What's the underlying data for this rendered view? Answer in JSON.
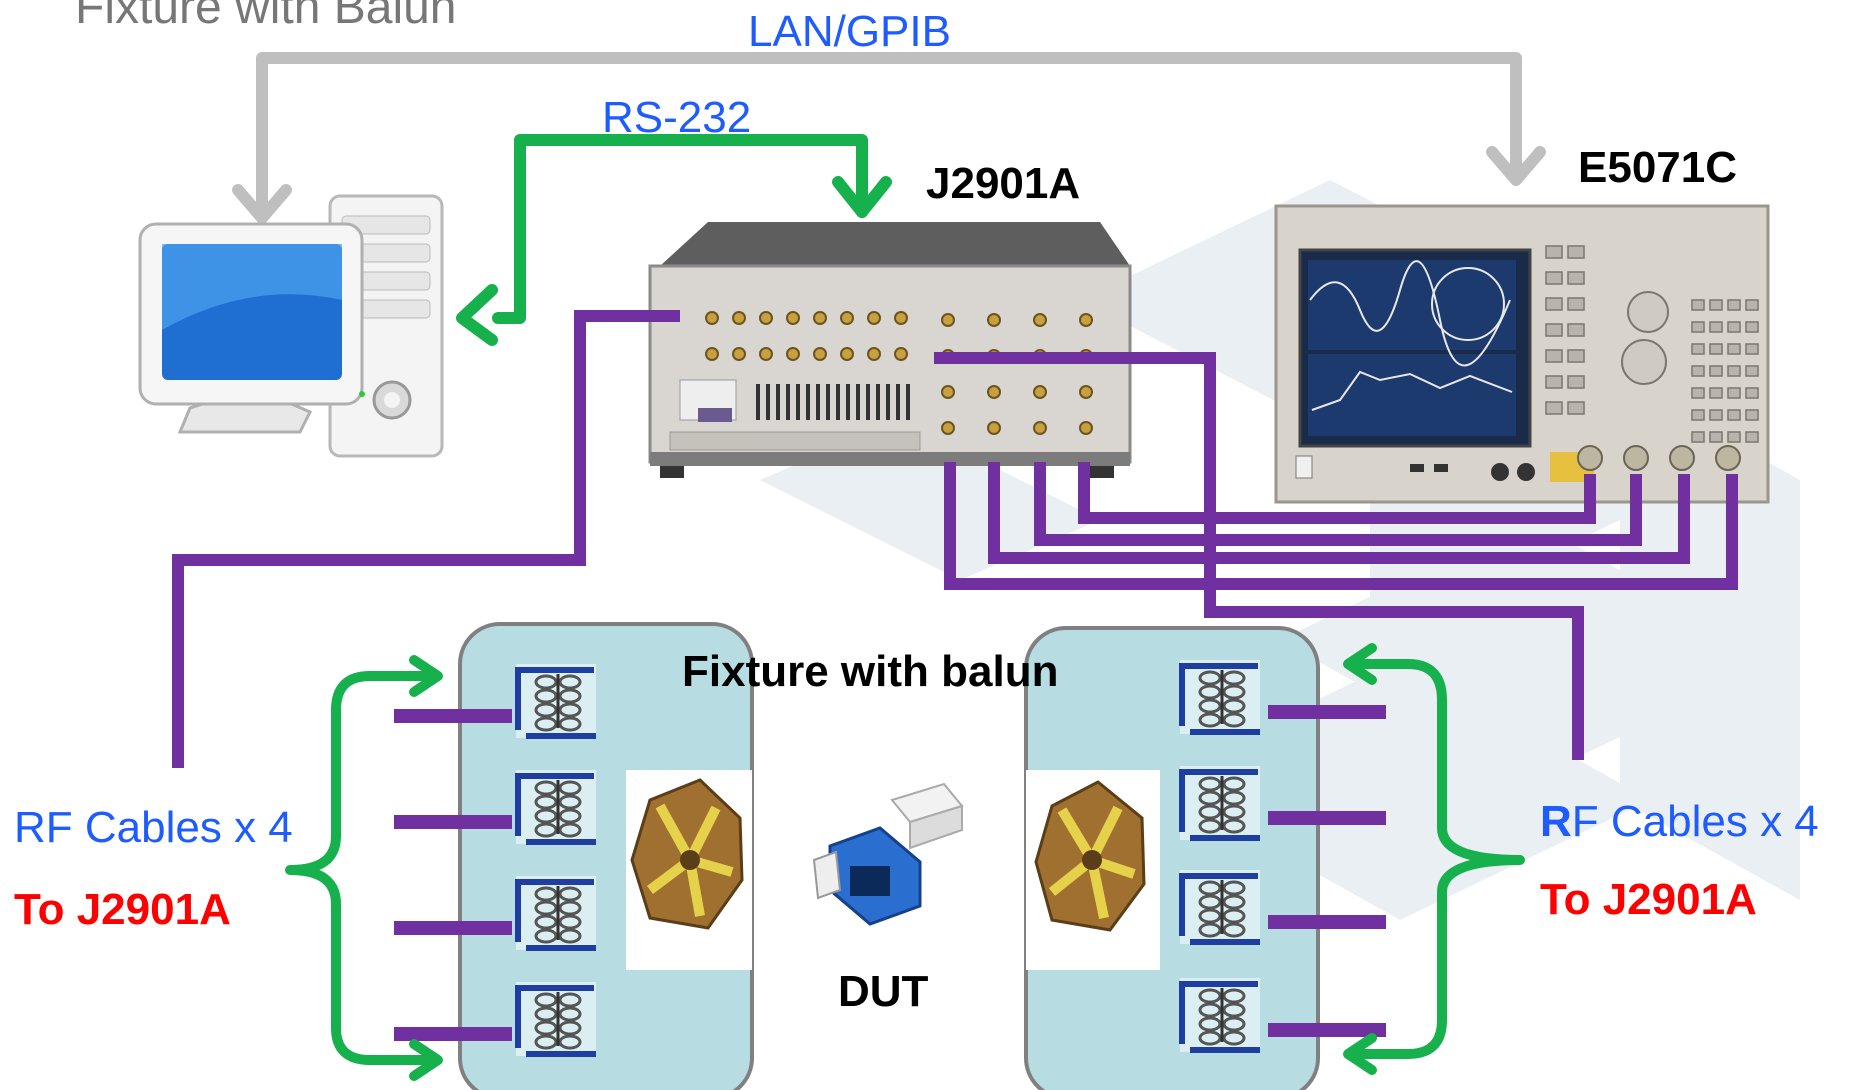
{
  "title": "Fixture with Balun",
  "links": {
    "lan_gpib": "LAN/GPIB",
    "rs232": "RS-232"
  },
  "instruments": {
    "switch": "J2901A",
    "vna": "E5071C"
  },
  "fixture": {
    "label": "Fixture with balun",
    "dut_label": "DUT"
  },
  "left_group": {
    "cables": "RF Cables x 4",
    "target": "To J2901A"
  },
  "right_group": {
    "cables_first_letter": "R",
    "cables_rest": "F Cables x 4",
    "target": "To J2901A"
  },
  "colors": {
    "purple_cable": "#7030a0",
    "green_link": "#16b04c",
    "gray_link": "#bfbfbf",
    "fixture_fill": "#b7dde2",
    "label_blue": "#1f5cff",
    "label_red": "#ff0000"
  }
}
